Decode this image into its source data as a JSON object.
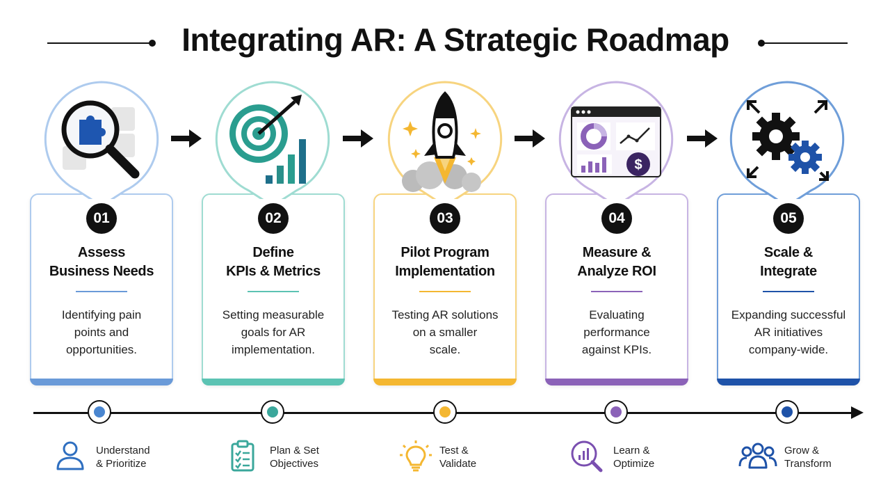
{
  "title": "Integrating AR: A Strategic Roadmap",
  "steps": [
    {
      "num": "01",
      "title_line1": "Assess",
      "title_line2": "Business Needs",
      "desc_line1": "Identifying pain",
      "desc_line2": "points and",
      "desc_line3": "opportunities.",
      "color": "#6a9ad8",
      "icon": "magnifier-puzzle-icon"
    },
    {
      "num": "02",
      "title_line1": "Define",
      "title_line2": "KPIs & Metrics",
      "desc_line1": "Setting measurable",
      "desc_line2": "goals for AR",
      "desc_line3": "implementation.",
      "color": "#5cc3b3",
      "icon": "target-chart-icon"
    },
    {
      "num": "03",
      "title_line1": "Pilot Program",
      "title_line2": "Implementation",
      "desc_line1": "Testing AR solutions",
      "desc_line2": "on a smaller",
      "desc_line3": "scale.",
      "color": "#f4b731",
      "icon": "rocket-icon"
    },
    {
      "num": "04",
      "title_line1": "Measure &",
      "title_line2": "Analyze ROI",
      "desc_line1": "Evaluating",
      "desc_line2": "performance",
      "desc_line3": "against KPIs.",
      "color": "#8b62b8",
      "icon": "dashboard-icon"
    },
    {
      "num": "05",
      "title_line1": "Scale &",
      "title_line2": "Integrate",
      "desc_line1": "Expanding successful",
      "desc_line2": "AR initiatives",
      "desc_line3": "company-wide.",
      "color": "#1e52a8",
      "icon": "gears-expand-icon"
    }
  ],
  "footer": [
    {
      "line1": "Understand",
      "line2": "& Prioritize",
      "icon": "user-icon",
      "color": "#2f6fc0"
    },
    {
      "line1": "Plan & Set",
      "line2": "Objectives",
      "icon": "clipboard-checklist-icon",
      "color": "#3aa79b"
    },
    {
      "line1": "Test &",
      "line2": "Validate",
      "icon": "lightbulb-icon",
      "color": "#f4b731"
    },
    {
      "line1": "Learn &",
      "line2": "Optimize",
      "icon": "analytics-search-icon",
      "color": "#7a4fb0"
    },
    {
      "line1": "Grow &",
      "line2": "Transform",
      "icon": "team-icon",
      "color": "#1e52a8"
    }
  ]
}
